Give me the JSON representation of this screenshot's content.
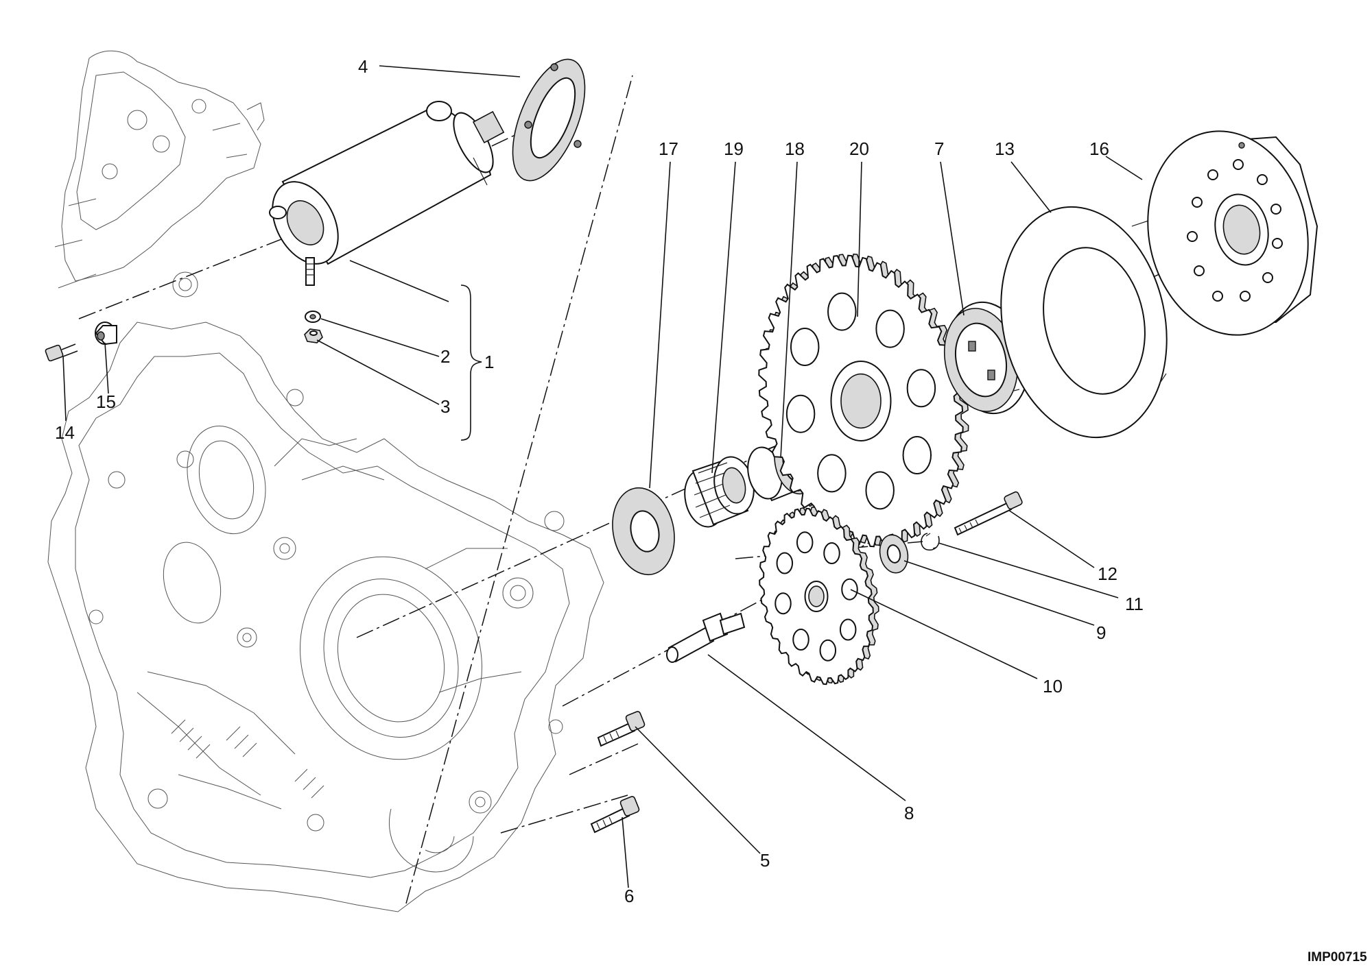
{
  "drawing_code": "IMP00715",
  "callouts": {
    "c1": "1",
    "c2": "2",
    "c3": "3",
    "c4": "4",
    "c5": "5",
    "c6": "6",
    "c7": "7",
    "c8": "8",
    "c9": "9",
    "c10": "10",
    "c11": "11",
    "c12": "12",
    "c13": "13",
    "c14": "14",
    "c15": "15",
    "c16": "16",
    "c17": "17",
    "c18": "18",
    "c19": "19",
    "c20": "20"
  }
}
